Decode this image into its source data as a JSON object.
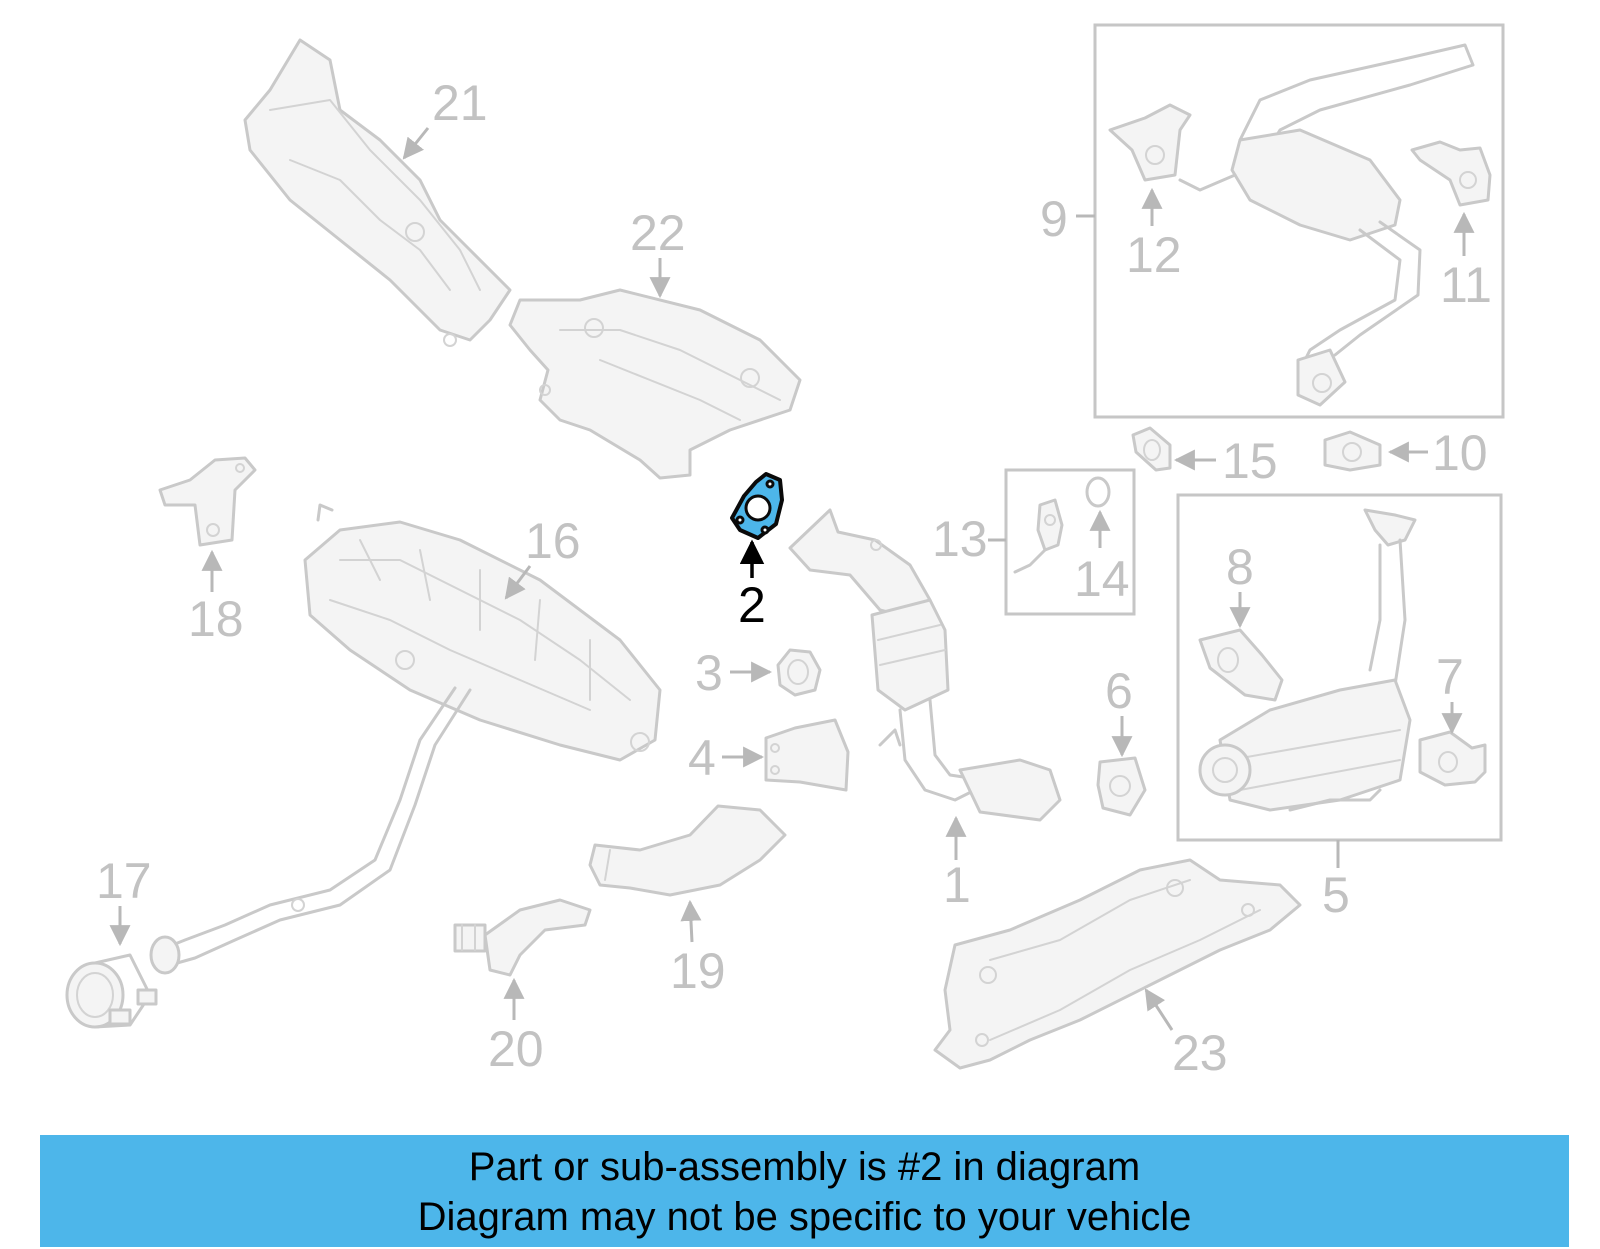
{
  "callouts": {
    "c1": "1",
    "c2": "2",
    "c3": "3",
    "c4": "4",
    "c5": "5",
    "c6": "6",
    "c7": "7",
    "c8": "8",
    "c9": "9",
    "c10": "10",
    "c11": "11",
    "c12": "12",
    "c13": "13",
    "c14": "14",
    "c15": "15",
    "c16": "16",
    "c17": "17",
    "c18": "18",
    "c19": "19",
    "c20": "20",
    "c21": "21",
    "c22": "22",
    "c23": "23"
  },
  "highlighted_part": "2",
  "colors": {
    "highlight": "#4db6ea",
    "banner": "#4db6ea",
    "part_outline": "#c9c9c9",
    "callout_text": "#c2c2c2"
  },
  "banner": {
    "line1": "Part or sub-assembly is #2 in diagram",
    "line2": "Diagram may not be specific to your vehicle"
  }
}
